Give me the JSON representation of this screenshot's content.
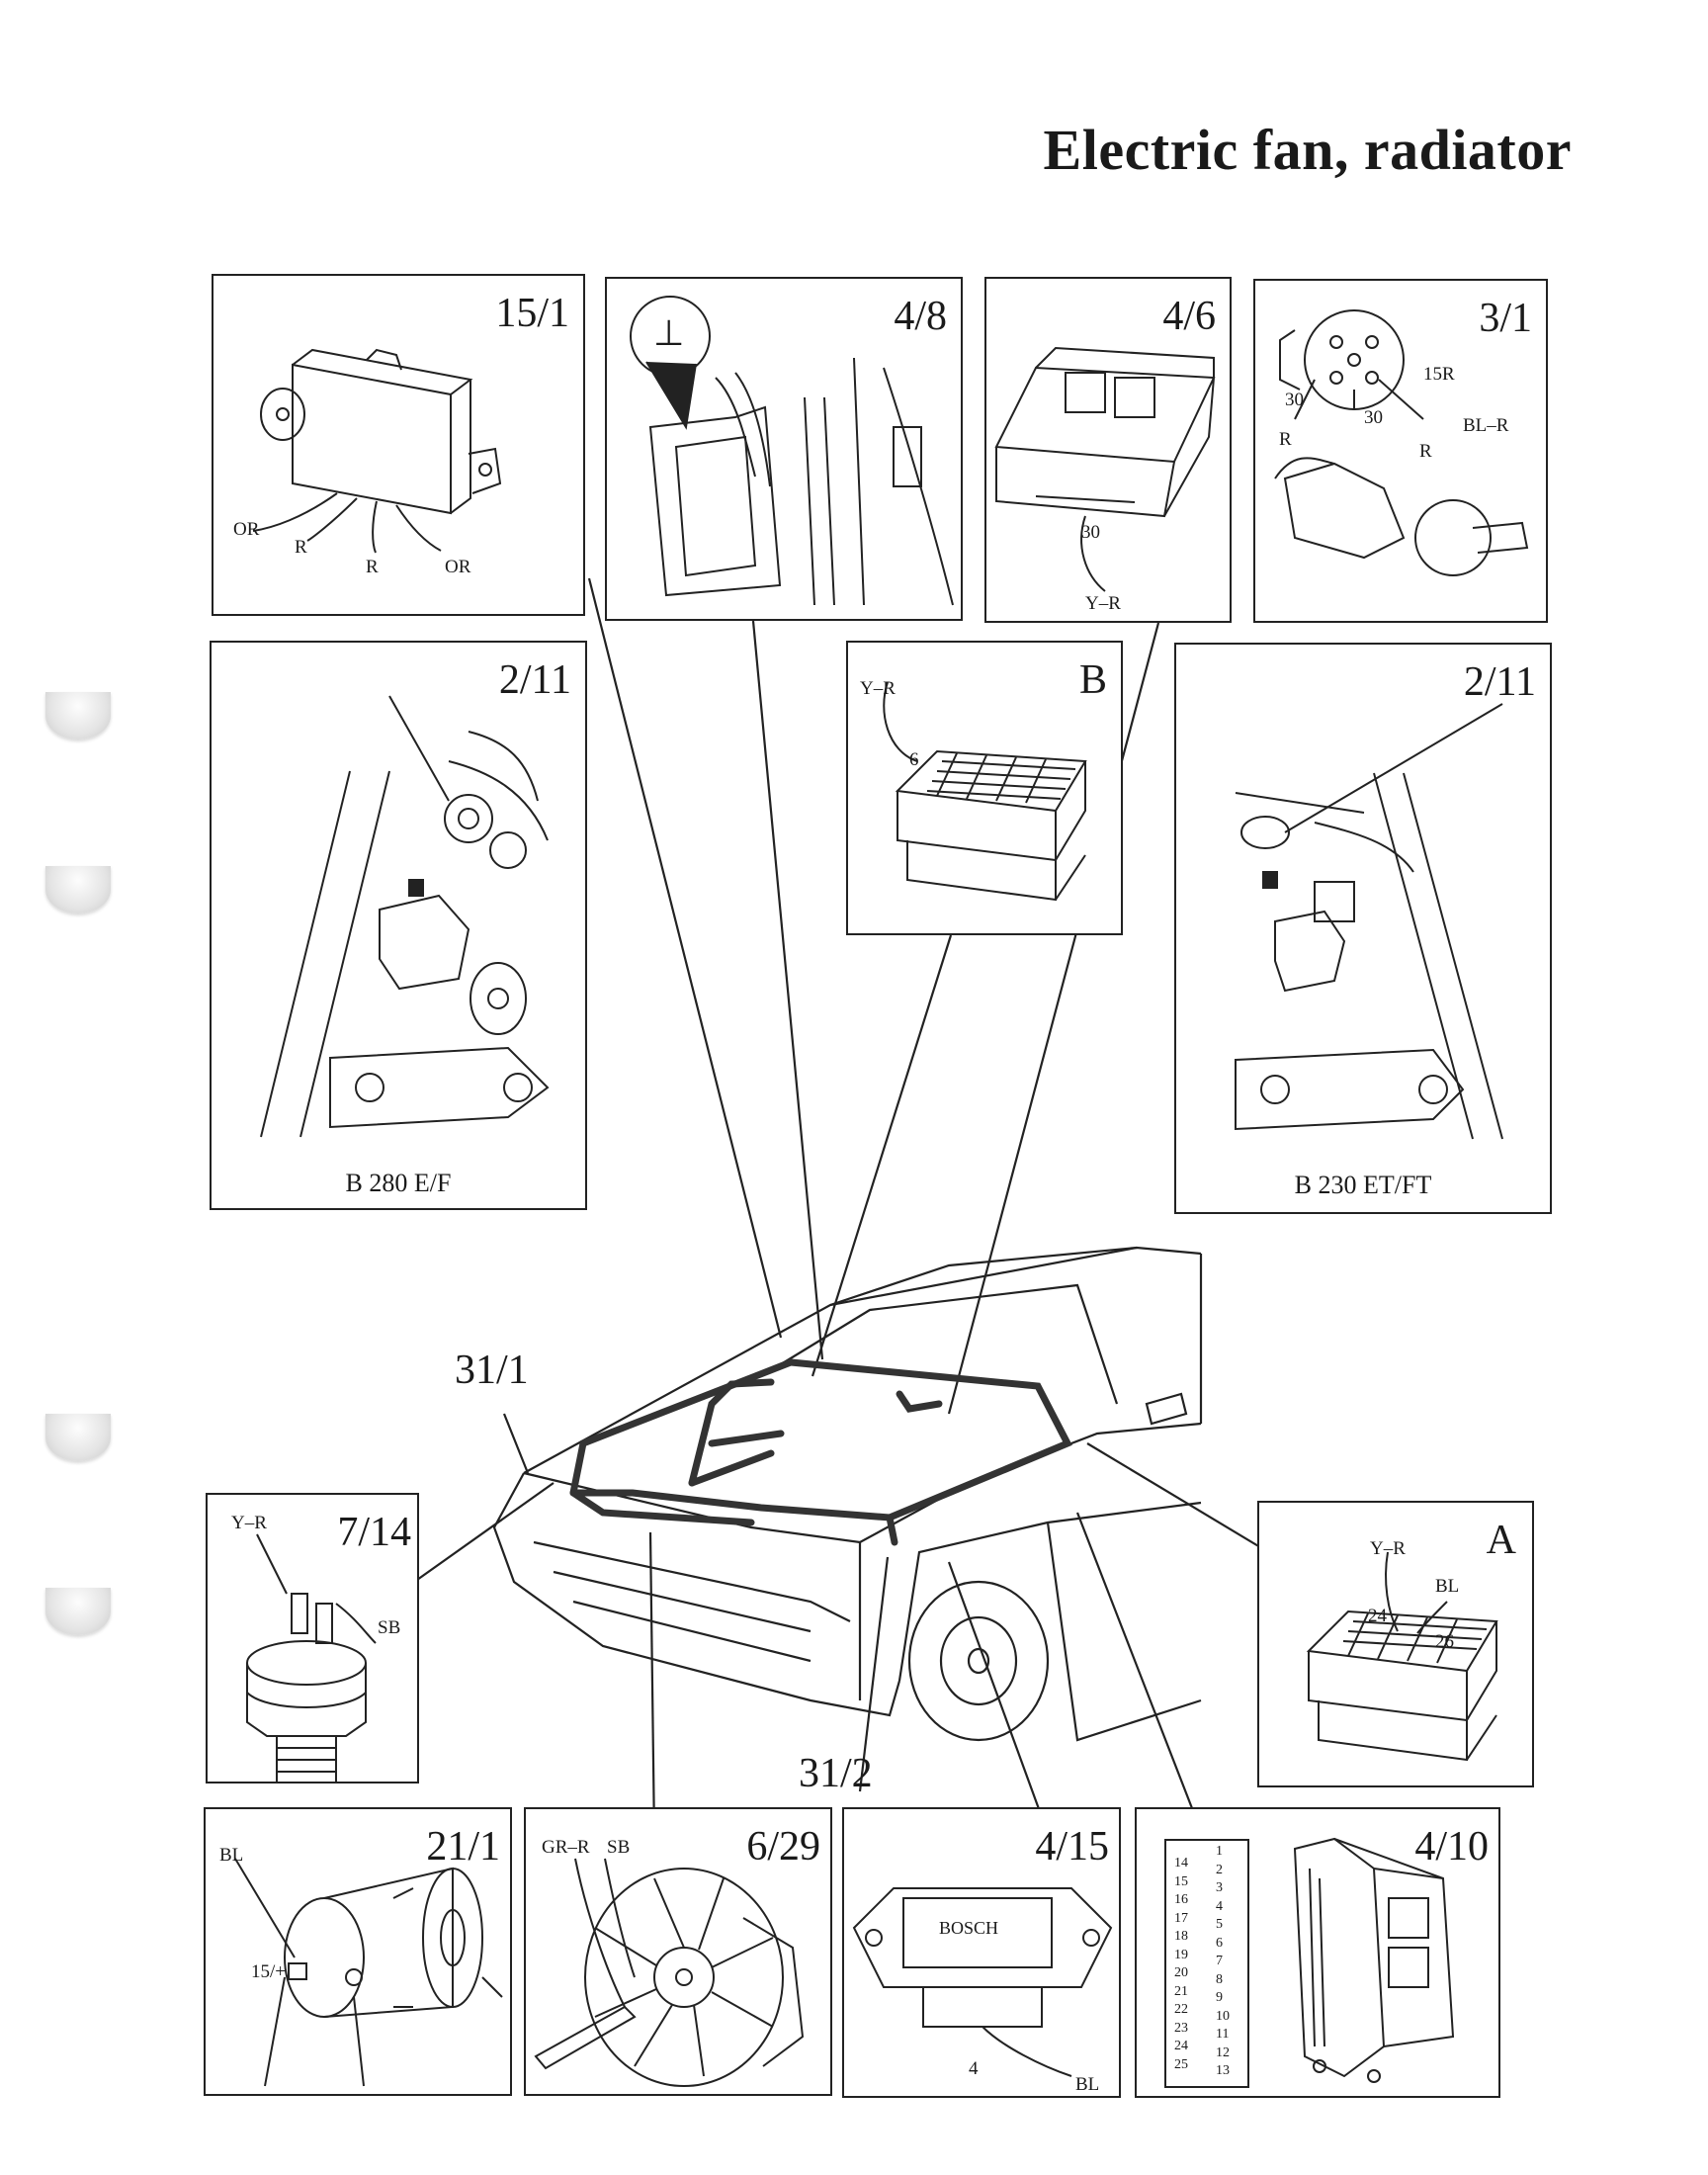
{
  "title": "Electric fan, radiator",
  "panels": {
    "p15_1": {
      "label": "15/1",
      "wires": [
        "OR",
        "R",
        "R",
        "OR"
      ]
    },
    "p4_8": {
      "label": "4/8",
      "symbol": "⊥"
    },
    "p4_6": {
      "label": "4/6",
      "pin": "30",
      "wire": "Y–R"
    },
    "p3_1": {
      "label": "3/1",
      "wires": [
        "15R",
        "30",
        "30",
        "BL–R",
        "R",
        "R"
      ]
    },
    "p2_11_left": {
      "label": "2/11",
      "caption": "B 280 E/F"
    },
    "pB": {
      "label": "B",
      "wire": "Y–R",
      "pin": "6"
    },
    "p2_11_right": {
      "label": "2/11",
      "caption": "B 230 ET/FT"
    },
    "p7_14": {
      "label": "7/14",
      "wires": [
        "Y–R",
        "SB"
      ]
    },
    "pA": {
      "label": "A",
      "wires": [
        "Y–R",
        "BL"
      ],
      "pins": [
        "24",
        "26"
      ]
    },
    "p21_1": {
      "label": "21/1",
      "wires": [
        "BL",
        "15/+"
      ]
    },
    "p6_29": {
      "label": "6/29",
      "wires": [
        "GR–R",
        "SB"
      ]
    },
    "p4_15": {
      "label": "4/15",
      "brand": "BOSCH",
      "pin": "4",
      "wire": "BL"
    },
    "p4_10": {
      "label": "4/10",
      "pins_left": [
        "14",
        "15",
        "16",
        "17",
        "18",
        "19",
        "20",
        "21",
        "22",
        "23",
        "24",
        "25"
      ],
      "pins_right": [
        "1",
        "2",
        "3",
        "4",
        "5",
        "6",
        "7",
        "8",
        "9",
        "10",
        "11",
        "12",
        "13"
      ]
    }
  },
  "harness_labels": {
    "left": "31/1",
    "right": "31/2"
  }
}
